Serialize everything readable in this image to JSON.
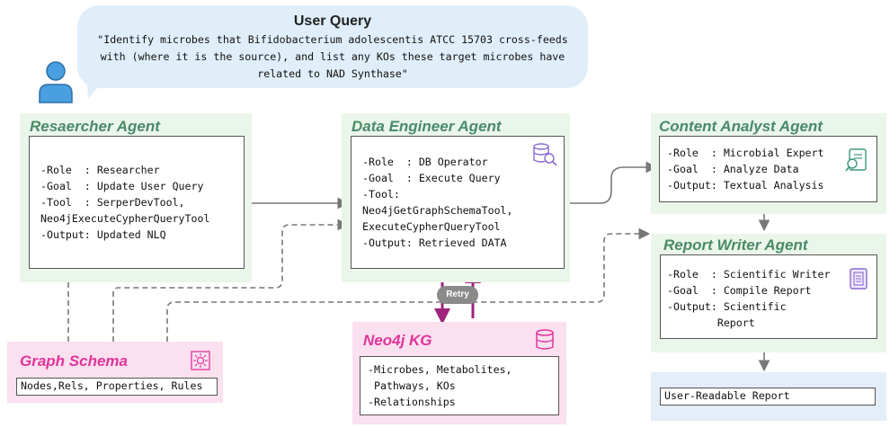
{
  "user_query": {
    "title": "User Query",
    "lines": [
      "\"Identify microbes that Bifidobacterium adolescentis ATCC 15703 cross-feeds",
      "with (where it is the source), and list any KOs these target microbes have",
      "related to NAD Synthase\""
    ]
  },
  "researcher": {
    "title": "Resaercher Agent",
    "lines": [
      "-Role  : Researcher",
      "-Goal  : Update User Query",
      "-Tool  : SerperDevTool,",
      "Neo4jExecuteCypherQueryTool",
      "-Output: Updated NLQ"
    ]
  },
  "data_engineer": {
    "title": "Data Engineer Agent",
    "lines": [
      "-Role  : DB Operator",
      "-Goal  : Execute Query",
      "-Tool:",
      "Neo4jGetGraphSchemaTool,",
      "ExecuteCypherQueryTool",
      "-Output: Retrieved DATA"
    ]
  },
  "content_analyst": {
    "title": "Content  Analyst Agent",
    "lines": [
      "-Role  : Microbial Expert",
      "-Goal  : Analyze Data",
      "-Output: Textual Analysis"
    ]
  },
  "report_writer": {
    "title": "Report Writer Agent",
    "lines": [
      "-Role  : Scientific Writer",
      "-Goal  : Compile Report",
      "-Output: Scientific",
      "        Report"
    ]
  },
  "neo4j": {
    "title": "Neo4j KG",
    "lines": [
      "-Microbes, Metabolites,",
      " Pathways, KOs",
      "-Relationships"
    ]
  },
  "graph_schema": {
    "title": "Graph Schema",
    "content": "Nodes,Rels, Properties, Rules"
  },
  "retry_label": "Retry",
  "final_report": "User-Readable Report",
  "colors": {
    "green_panel": "#eaf6e9",
    "pink_panel": "#fbe0ef",
    "blue_panel": "#e3eef9",
    "green_title": "#4a8a6a",
    "pink_title": "#e0359b",
    "retry_arrow": "#a0237d",
    "user_icon": "#4a9fe0"
  },
  "icons": [
    "user-icon",
    "database-search-icon",
    "document-analysis-icon",
    "document-icon",
    "database-icon",
    "schema-icon"
  ]
}
